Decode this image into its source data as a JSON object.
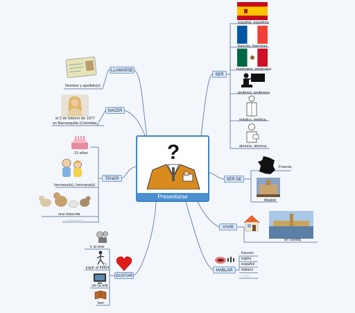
{
  "central": {
    "title": "Presentarse"
  },
  "branches": {
    "llamarse": {
      "label": "LLAMARSE",
      "caption": "Nombre y apellido(s)"
    },
    "nacer": {
      "label": "NACER",
      "caption_line1": "el 2 de febrero de 1977",
      "caption_line2": "en Barranquilla (Colombia"
    },
    "tener": {
      "label": "TENER",
      "items": [
        "13 años",
        "hermano(s), hermana(s)",
        "una mascota",
        "................."
      ]
    },
    "gustar": {
      "label": "GUSTAR",
      "items": [
        "ir al cine",
        "jugar al fútbol",
        "ver la tele",
        "leer"
      ]
    },
    "ser": {
      "label": "SER",
      "items": [
        "español, española",
        "francés, francesa",
        "mexicano, mexicana",
        "profesor, profesora",
        "médico, médica",
        "alumno, alumna"
      ]
    },
    "ser_de": {
      "label": "SER DE",
      "items": [
        "Francia",
        "Madrid"
      ]
    },
    "vivir": {
      "label": "VIVIR",
      "caption": "en Sevilla"
    },
    "hablar": {
      "label": "HABLAR",
      "items": [
        "francés",
        "inglés",
        "español",
        "italiano",
        "........"
      ]
    }
  },
  "colors": {
    "connector": "#6f86a6",
    "node_fill": "#dce8f7",
    "node_border": "#7a9cc6",
    "central_border": "#3d86c6",
    "heart": "#e11b1b"
  }
}
